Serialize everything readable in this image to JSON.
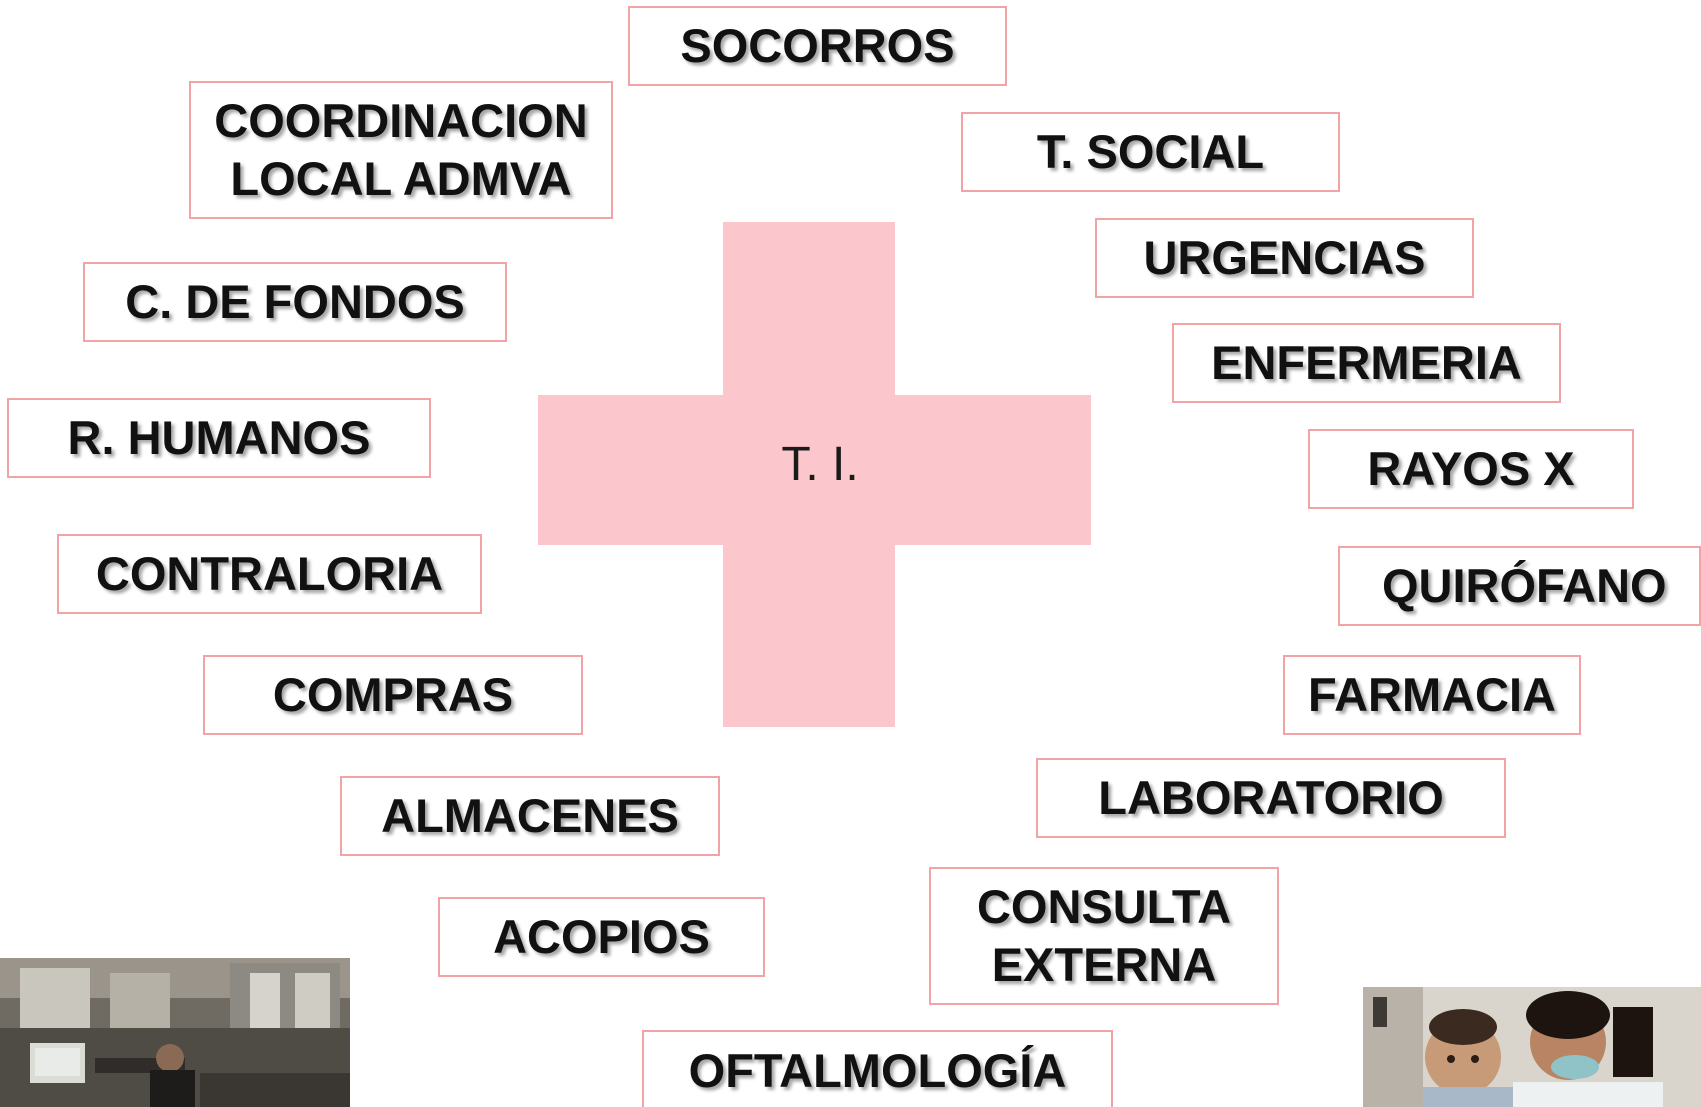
{
  "center": {
    "label": "T. I."
  },
  "colors": {
    "cross": "#fcc7cc",
    "box_border": "#f2a3a6",
    "text": "#111111"
  },
  "boxes": {
    "socorros": "SOCORROS",
    "coordinacion": "COORDINACION\nLOCAL ADMVA",
    "t_social": "T. SOCIAL",
    "urgencias": "URGENCIAS",
    "c_fondos": "C. DE FONDOS",
    "enfermeria": "ENFERMERIA",
    "r_humanos": "R. HUMANOS",
    "rayos_x": "RAYOS X",
    "contraloria": "CONTRALORIA",
    "quirofano": "QUIRÓFANO",
    "compras": "COMPRAS",
    "farmacia": "FARMACIA",
    "almacenes": "ALMACENES",
    "laboratorio": "LABORATORIO",
    "acopios": "ACOPIOS",
    "consulta": "CONSULTA\nEXTERNA",
    "oftalmologia": "OFTALMOLOGÍA"
  },
  "photos": {
    "left": "office-photo",
    "right": "nurse-child-photo"
  }
}
